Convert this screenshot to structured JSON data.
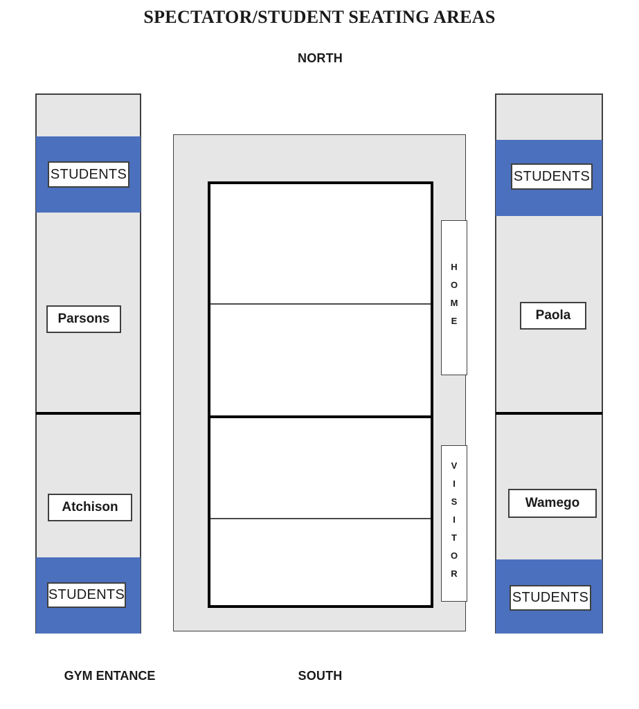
{
  "title": "SPECTATOR/STUDENT SEATING AREAS",
  "labels": {
    "north": "NORTH",
    "south": "SOUTH",
    "gym_entrance": "GYM ENTANCE"
  },
  "west_bleacher": {
    "top_students": "STUDENTS",
    "upper_school": "Parsons",
    "lower_school": "Atchison",
    "bottom_students": "STUDENTS"
  },
  "east_bleacher": {
    "top_students": "STUDENTS",
    "upper_school": "Paola",
    "lower_school": "Wamego",
    "bottom_students": "STUDENTS"
  },
  "court": {
    "home": "HOME",
    "visitor": "VISITOR"
  },
  "colors": {
    "student_section_blue": "#4B70BD",
    "bleacher_gray": "#E7E6E6",
    "court_line_black": "#000000"
  }
}
